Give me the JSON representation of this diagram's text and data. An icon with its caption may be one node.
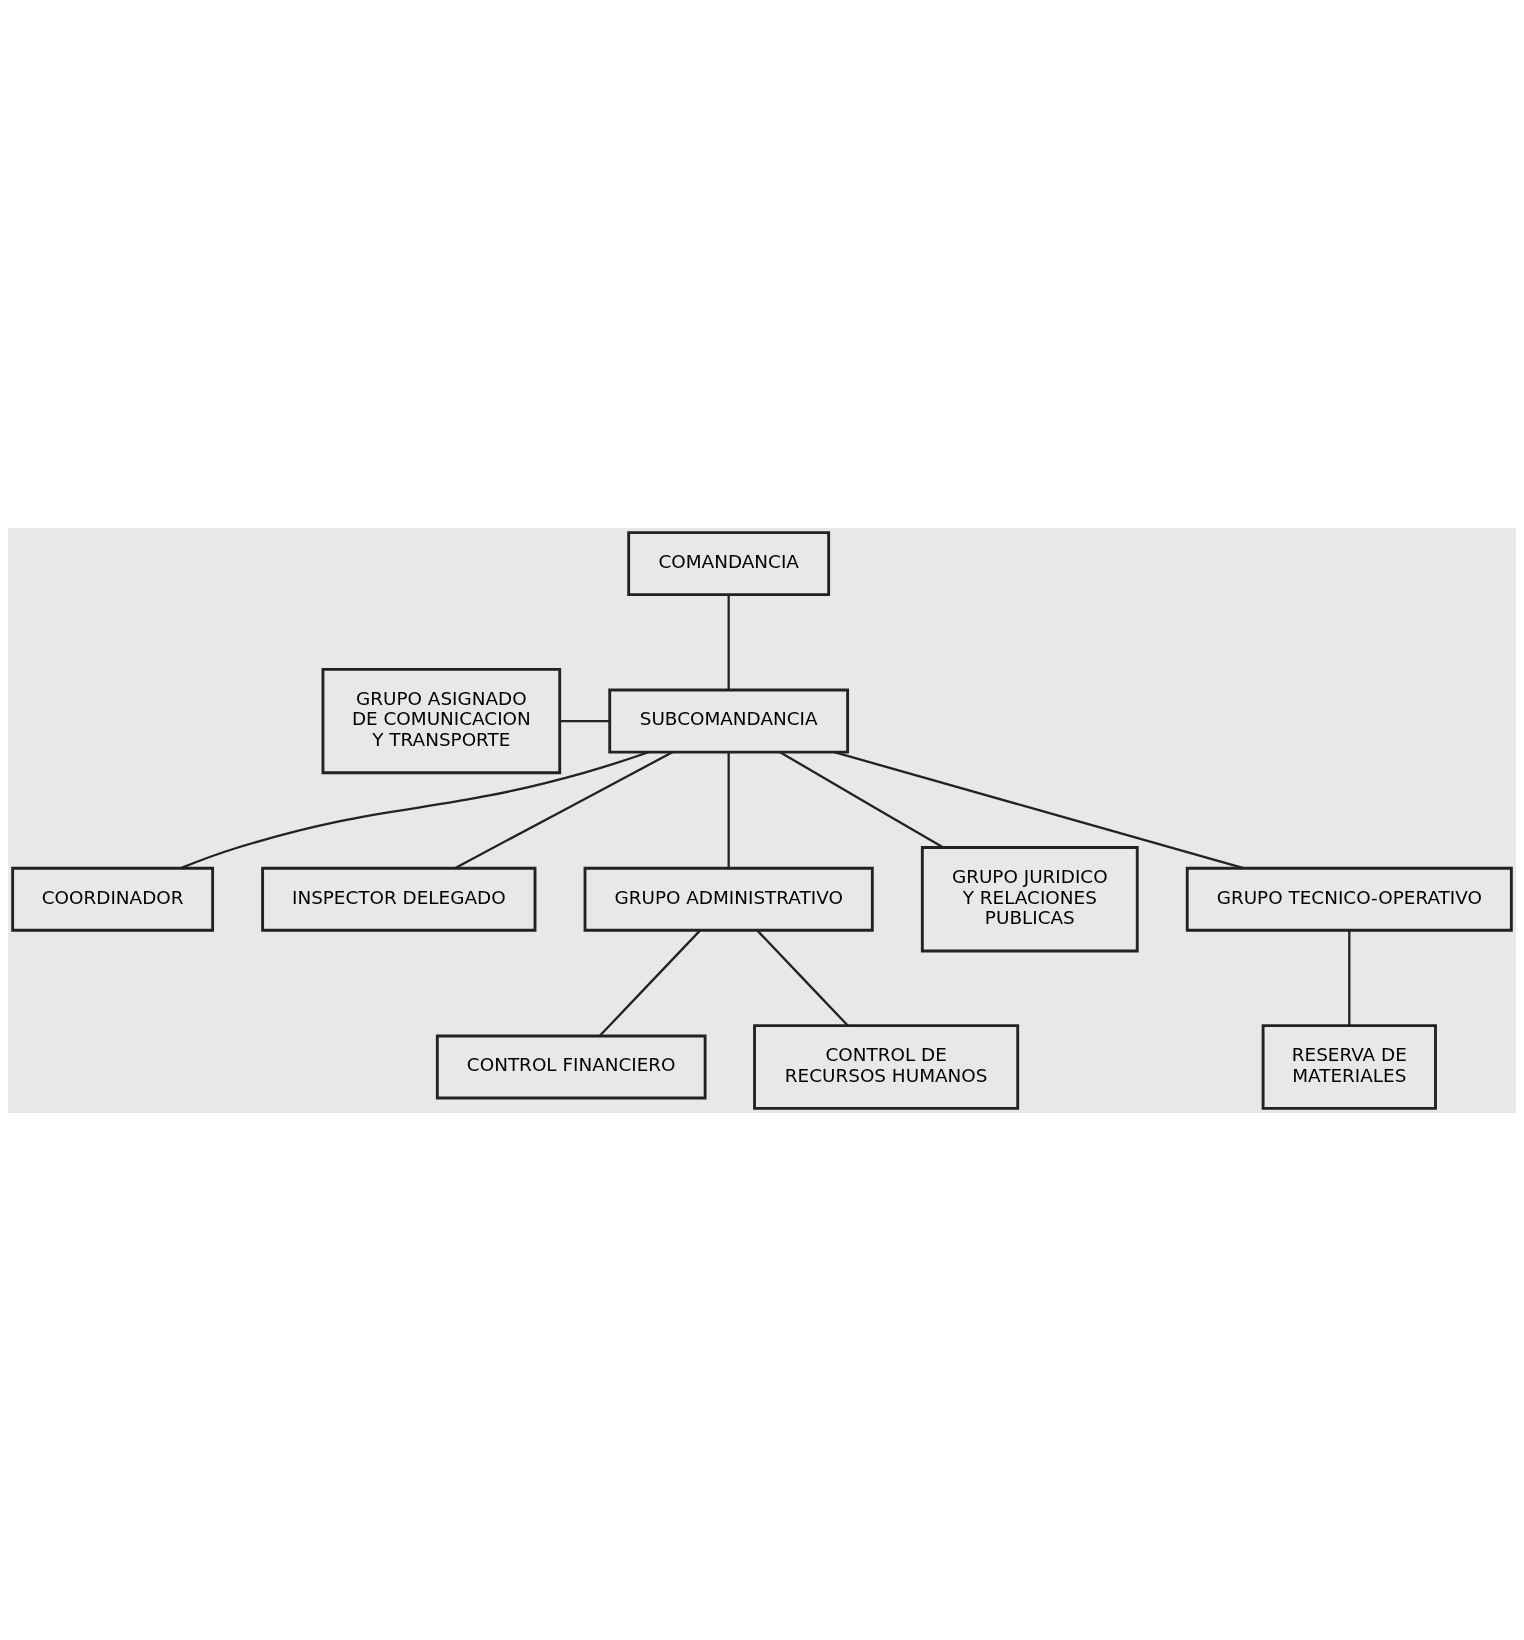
{
  "diagram": {
    "nodes": [
      {
        "text": [
          "COMANDANCIA"
        ]
      },
      {
        "text": [
          "GRUPO ASIGNADO DE COMUNICACION Y TRANSPORTE"
        ]
      },
      {
        "text": [
          "SUBCOMANDANCIA"
        ]
      },
      {
        "text": [
          "COORDINADOR"
        ]
      },
      {
        "text": [
          "INSPECTOR DELEGADO"
        ]
      },
      {
        "text": [
          "GRUPO ADMINISTRATIVO"
        ]
      },
      {
        "text": [
          "GRUPO JURIDICO Y RELACIONES PUBLICAS"
        ]
      },
      {
        "text": [
          "GRUPO TECNICO-OPERATIVO"
        ]
      },
      {
        "text": [
          "CONTROL FINANCIERO"
        ]
      },
      {
        "text": [
          "CONTROL DE RECURSOS HUMANOS"
        ]
      },
      {
        "text": [
          "RESERVA DE MATERIALES"
        ]
      }
    ],
    "edges": [
      {
        "from": 0,
        "to": 2,
        "arrow": "none"
      },
      {
        "from": 1,
        "to": 2,
        "arrow": "none"
      },
      {
        "from": 2,
        "to": 3,
        "arrow": "none"
      },
      {
        "from": 2,
        "to": 4,
        "arrow": "none"
      },
      {
        "from": 2,
        "to": 5,
        "arrow": "none"
      },
      {
        "from": 2,
        "to": 6,
        "arrow": "none"
      },
      {
        "from": 2,
        "to": 7,
        "arrow": "none"
      },
      {
        "from": 5,
        "to": 8,
        "arrow": "none"
      },
      {
        "from": 5,
        "to": 9,
        "arrow": "none"
      },
      {
        "from": 7,
        "to": 10,
        "arrow": "none"
      }
    ]
  }
}
